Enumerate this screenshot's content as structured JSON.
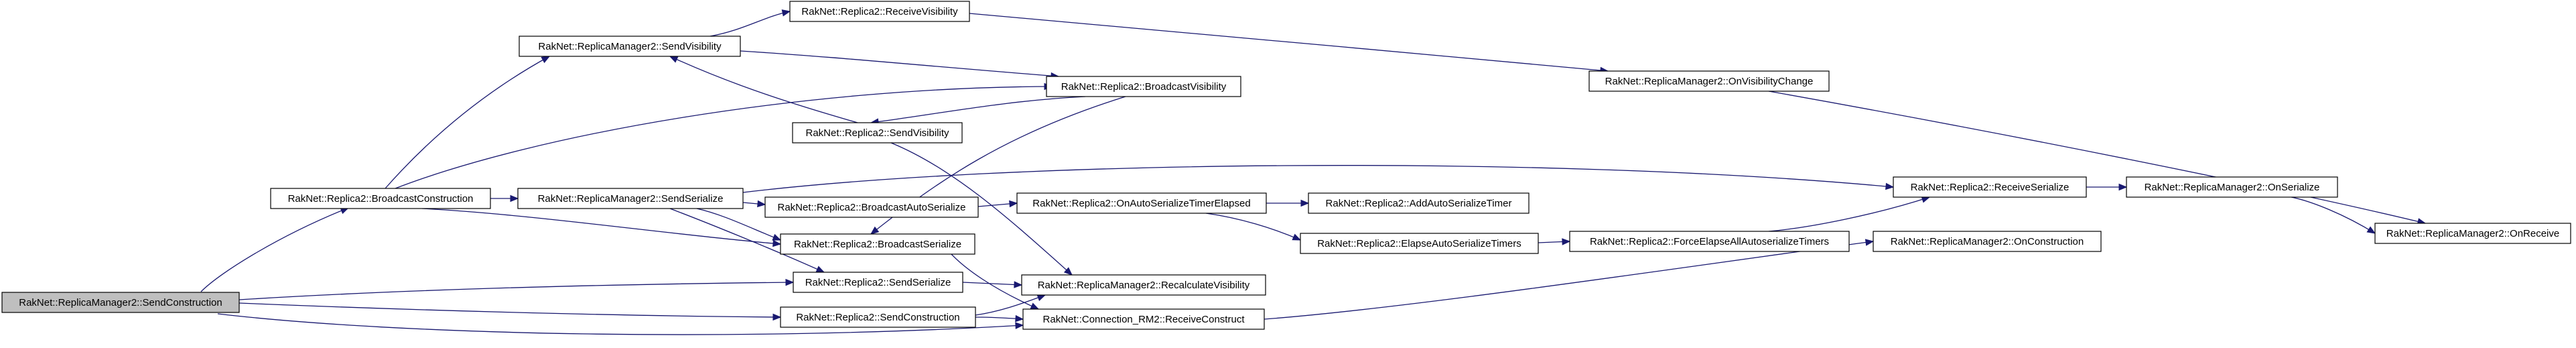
{
  "diagram": {
    "nodes": [
      {
        "id": "n0",
        "label": "RakNet::ReplicaManager2::SendConstruction",
        "highlight": true
      },
      {
        "id": "n1",
        "label": "RakNet::Replica2::BroadcastConstruction"
      },
      {
        "id": "n2",
        "label": "RakNet::ReplicaManager2::SendVisibility"
      },
      {
        "id": "n3",
        "label": "RakNet::Replica2::ReceiveVisibility"
      },
      {
        "id": "n4",
        "label": "RakNet::ReplicaManager2::OnVisibilityChange"
      },
      {
        "id": "n5",
        "label": "RakNet::ReplicaManager2::OnReceive"
      },
      {
        "id": "n6",
        "label": "RakNet::Replica2::BroadcastVisibility"
      },
      {
        "id": "n7",
        "label": "RakNet::Replica2::SendVisibility"
      },
      {
        "id": "n8",
        "label": "RakNet::ReplicaManager2::RecalculateVisibility"
      },
      {
        "id": "n9",
        "label": "RakNet::ReplicaManager2::SendSerialize"
      },
      {
        "id": "n10",
        "label": "RakNet::Replica2::BroadcastAutoSerialize"
      },
      {
        "id": "n11",
        "label": "RakNet::Replica2::OnAutoSerializeTimerElapsed"
      },
      {
        "id": "n12",
        "label": "RakNet::Replica2::AddAutoSerializeTimer"
      },
      {
        "id": "n13",
        "label": "RakNet::Replica2::ElapseAutoSerializeTimers"
      },
      {
        "id": "n14",
        "label": "RakNet::Replica2::ForceElapseAllAutoserializeTimers"
      },
      {
        "id": "n15",
        "label": "RakNet::Replica2::ReceiveSerialize"
      },
      {
        "id": "n16",
        "label": "RakNet::ReplicaManager2::OnSerialize"
      },
      {
        "id": "n17",
        "label": "RakNet::Replica2::BroadcastSerialize"
      },
      {
        "id": "n18",
        "label": "RakNet::ReplicaManager2::OnConstruction"
      },
      {
        "id": "n19",
        "label": "RakNet::Replica2::SendSerialize"
      },
      {
        "id": "n20",
        "label": "RakNet::Replica2::SendConstruction"
      },
      {
        "id": "n21",
        "label": "RakNet::Connection_RM2::ReceiveConstruct"
      }
    ]
  }
}
